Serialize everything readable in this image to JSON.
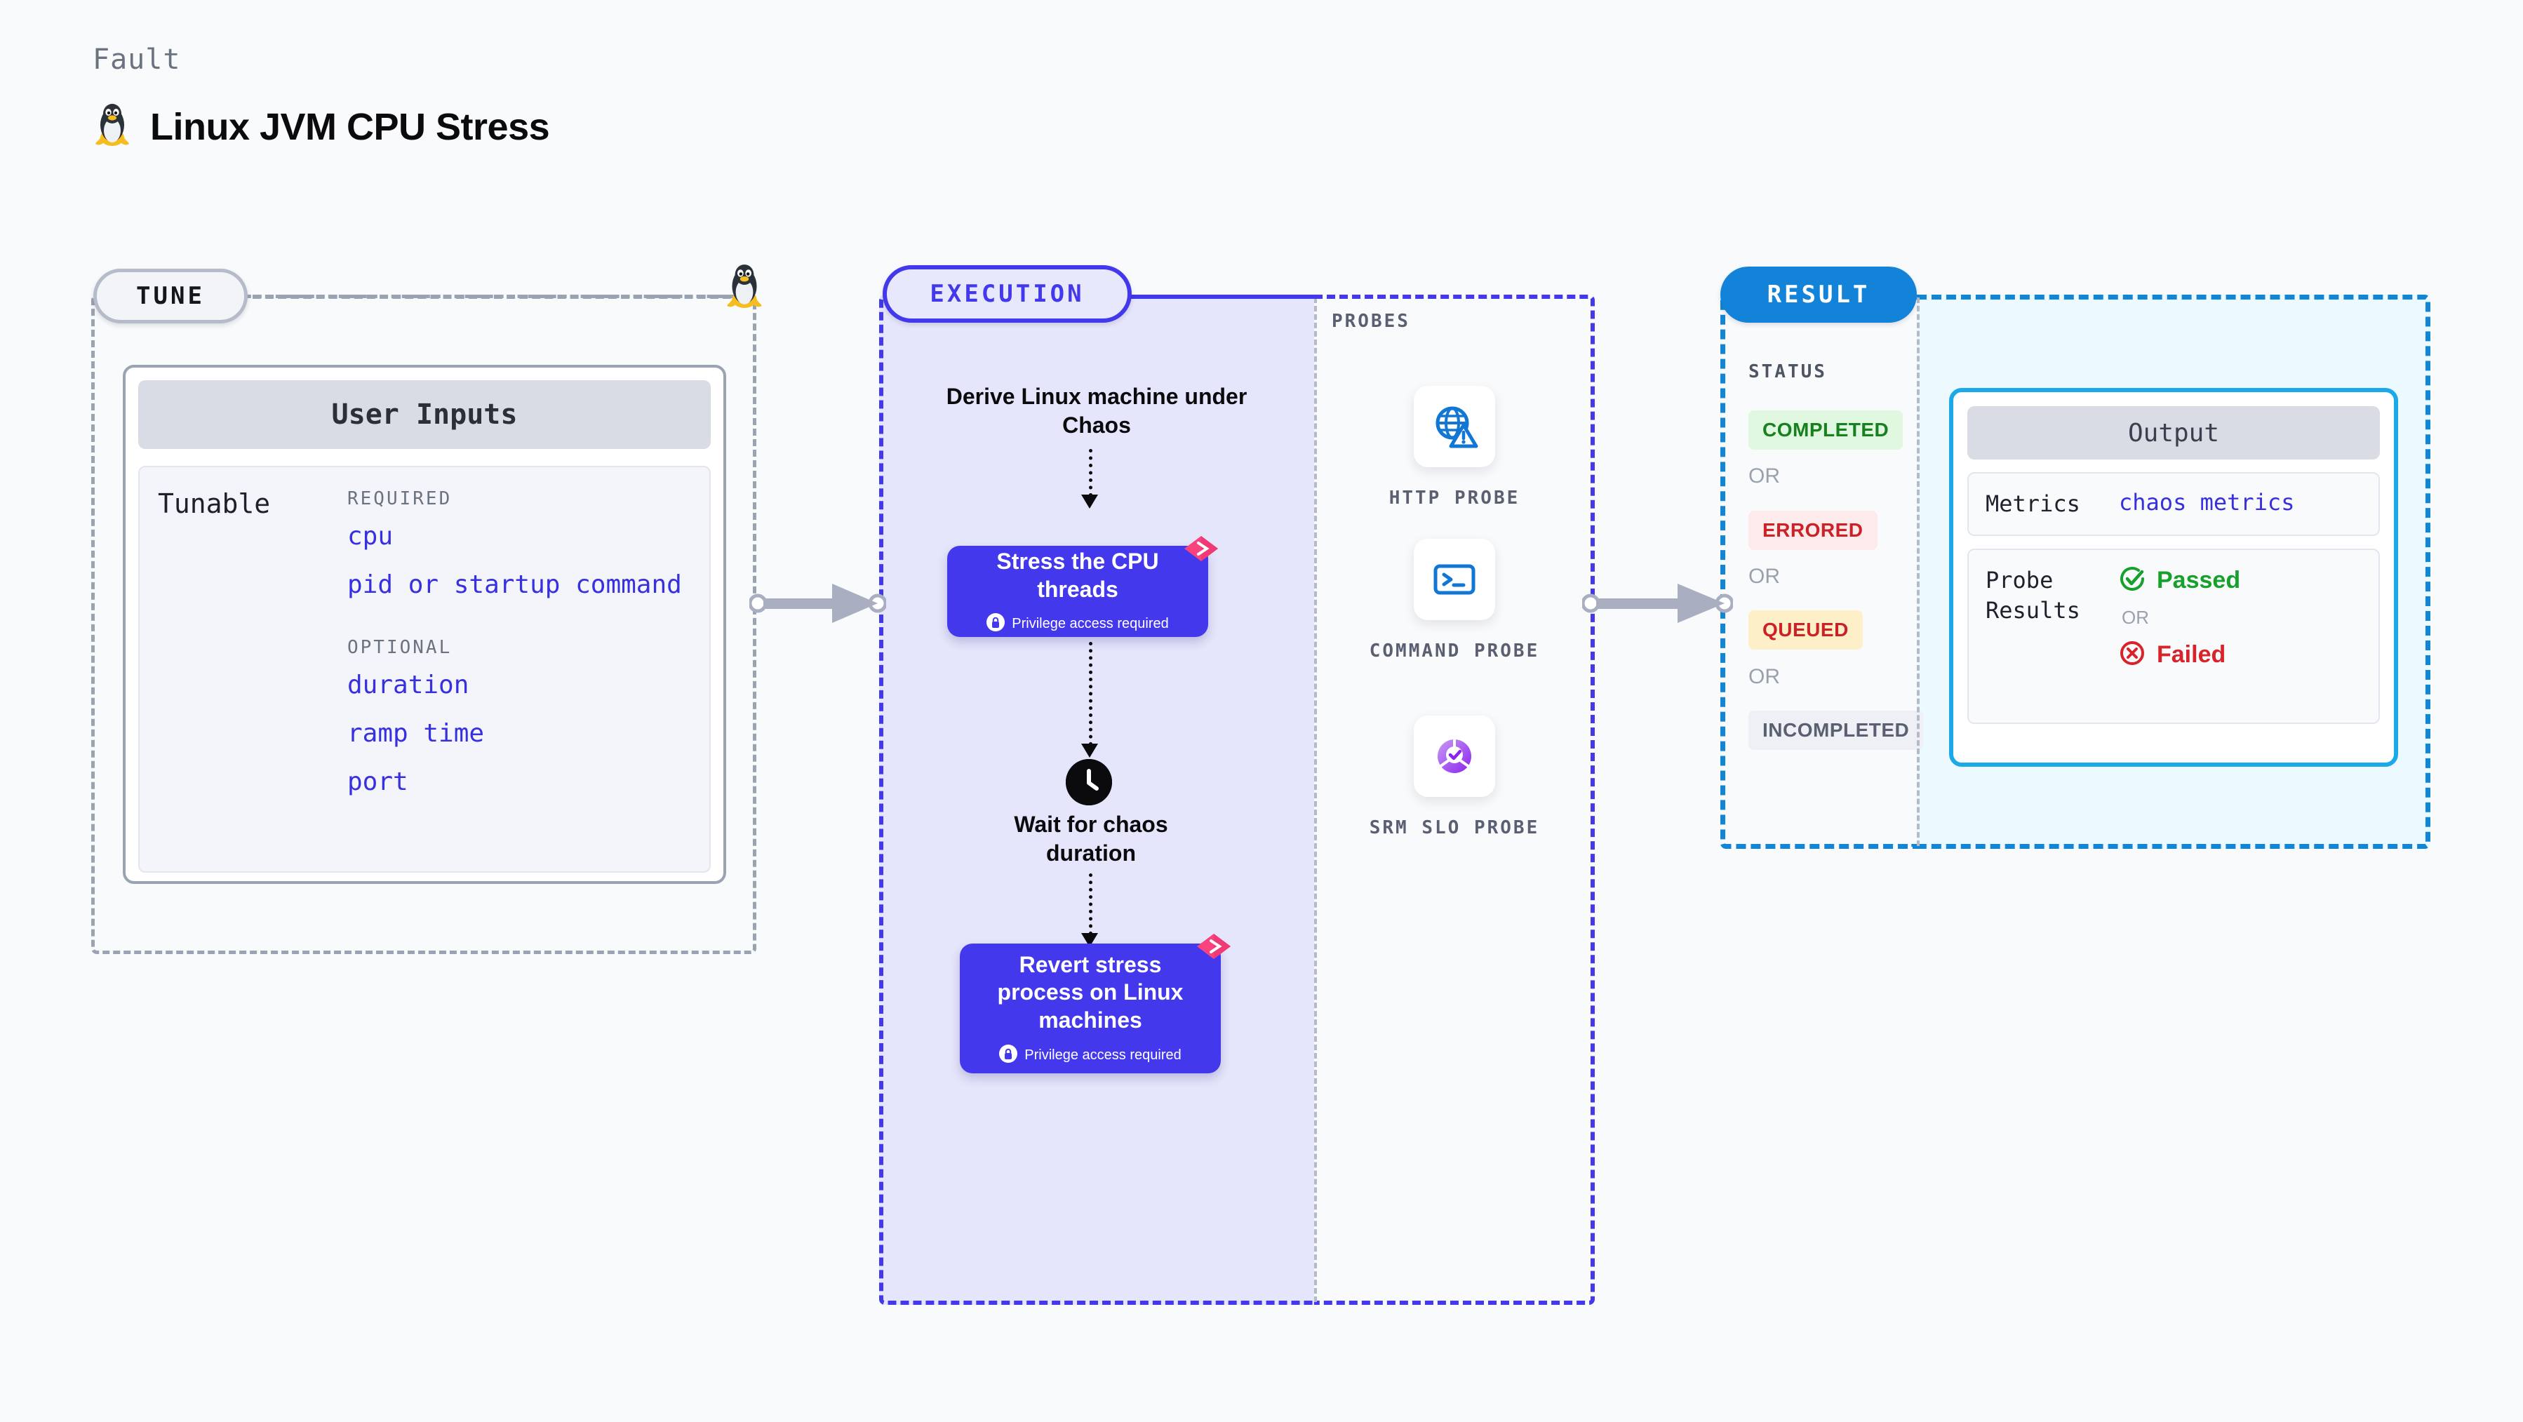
{
  "header": {
    "eyebrow": "Fault",
    "title": "Linux JVM CPU Stress",
    "icon": "linux-penguin-icon"
  },
  "tune": {
    "pill_label": "TUNE",
    "card_title": "User Inputs",
    "tunable_label": "Tunable",
    "required_label": "REQUIRED",
    "optional_label": "OPTIONAL",
    "required_items": [
      "cpu",
      "pid or startup command"
    ],
    "optional_items": [
      "duration",
      "ramp time",
      "port"
    ]
  },
  "execution": {
    "pill_label": "EXECUTION",
    "step_derive": "Derive Linux machine under Chaos",
    "step_stress": "Stress the CPU threads",
    "step_wait": "Wait for chaos duration",
    "step_revert": "Revert stress process on Linux machines",
    "privilege_note": "Privilege access required"
  },
  "probes": {
    "section_label": "PROBES",
    "items": [
      {
        "label": "HTTP PROBE",
        "icon": "globe-warning-icon"
      },
      {
        "label": "COMMAND PROBE",
        "icon": "terminal-icon"
      },
      {
        "label": "SRM SLO PROBE",
        "icon": "slo-donut-check-icon"
      }
    ]
  },
  "result": {
    "pill_label": "RESULT",
    "status_label": "STATUS",
    "or_label": "OR",
    "statuses": [
      {
        "label": "COMPLETED",
        "color": "#17801f",
        "bg": "#e0f7e0"
      },
      {
        "label": "ERRORED",
        "color": "#cc2127",
        "bg": "#fdeaea"
      },
      {
        "label": "QUEUED",
        "color": "#cc2127",
        "bg": "#fdf0c8"
      },
      {
        "label": "INCOMPLETED",
        "color": "#5a6072",
        "bg": "#eef0f5"
      }
    ],
    "output": {
      "title": "Output",
      "metrics_key": "Metrics",
      "metrics_value": "chaos metrics",
      "probe_results_key": "Probe Results",
      "passed_label": "Passed",
      "failed_label": "Failed",
      "or_label": "OR"
    }
  },
  "colors": {
    "accent_purple": "#4338ec",
    "accent_blue": "#1186d6",
    "flag_pink": "#f9437f"
  }
}
